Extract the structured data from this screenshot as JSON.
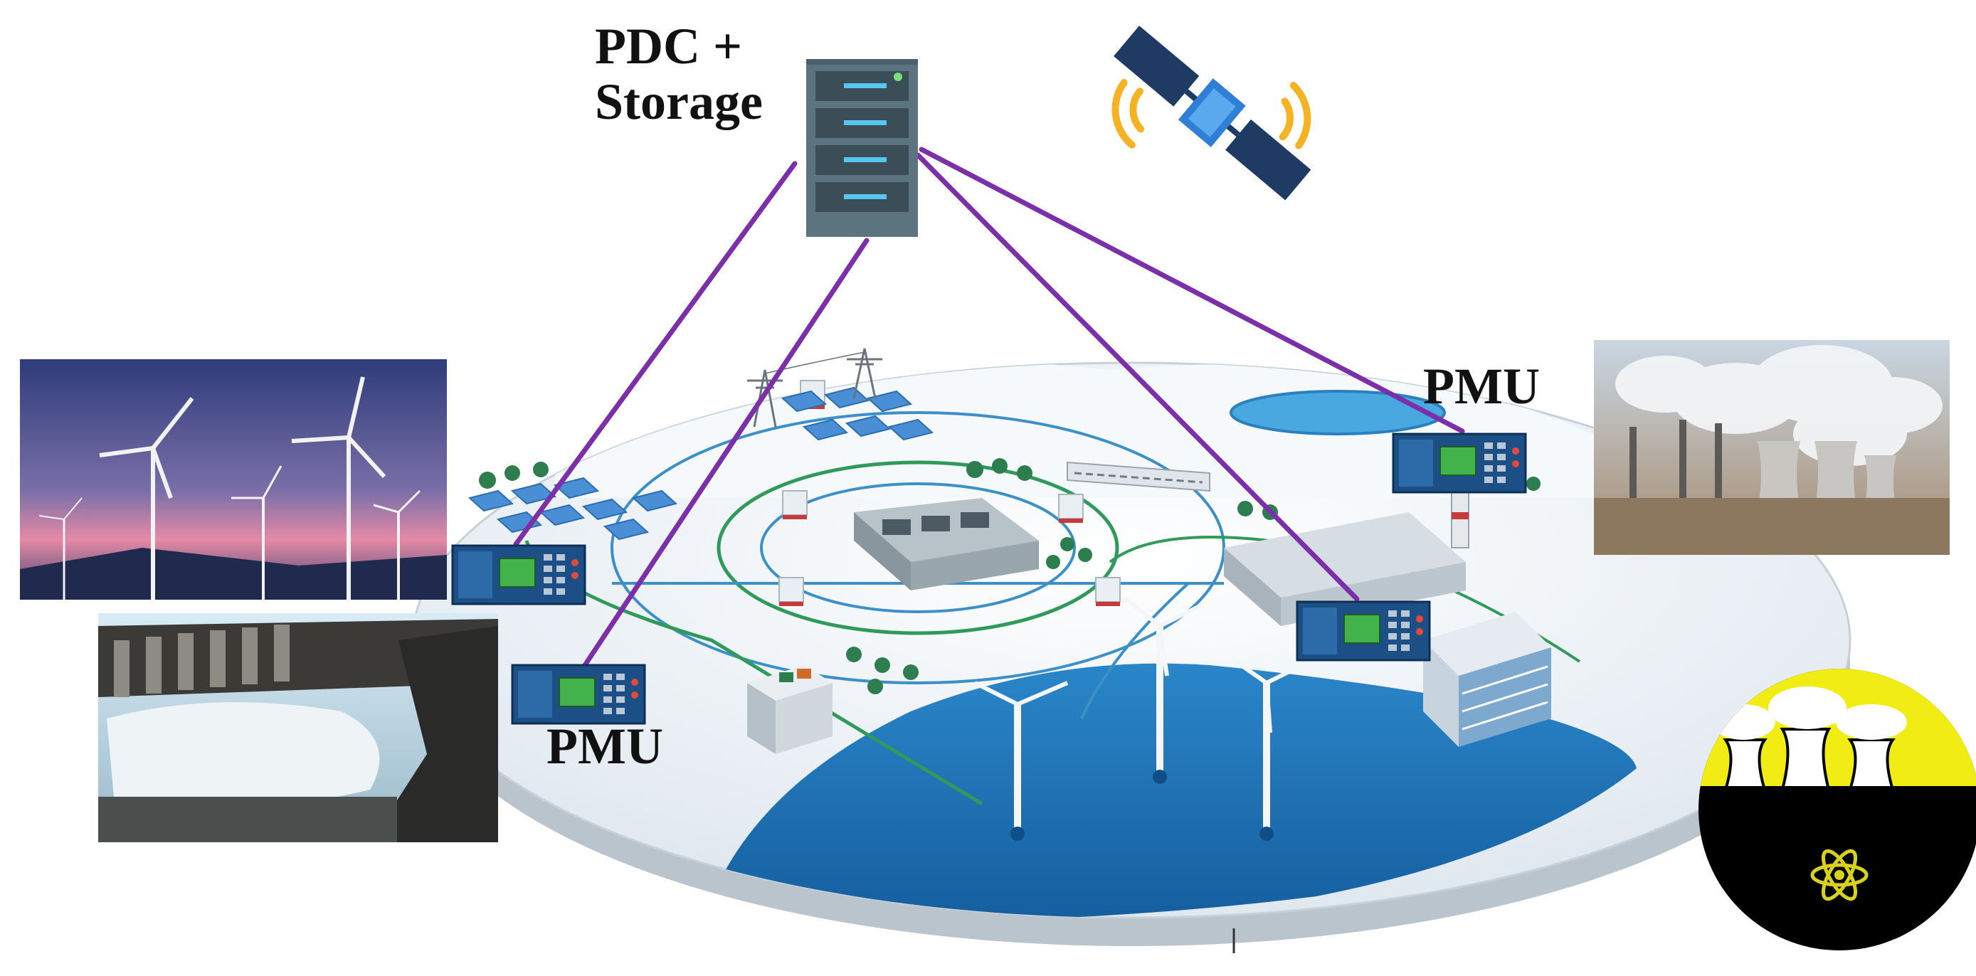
{
  "labels": {
    "pdc": "PDC +",
    "storage": "Storage",
    "pmu_left": "PMU",
    "pmu_right": "PMU"
  },
  "colors": {
    "link": "#7b2fa8",
    "water": "#1f73b8",
    "platform": "#eef3f7",
    "server": "#5c7480",
    "pmu_body": "#1c4f86"
  },
  "icons": {
    "server": "server-rack-icon",
    "satellite": "satellite-icon",
    "pmu": "pmu-device-icon",
    "nuclear": "nuclear-plant-icon"
  }
}
